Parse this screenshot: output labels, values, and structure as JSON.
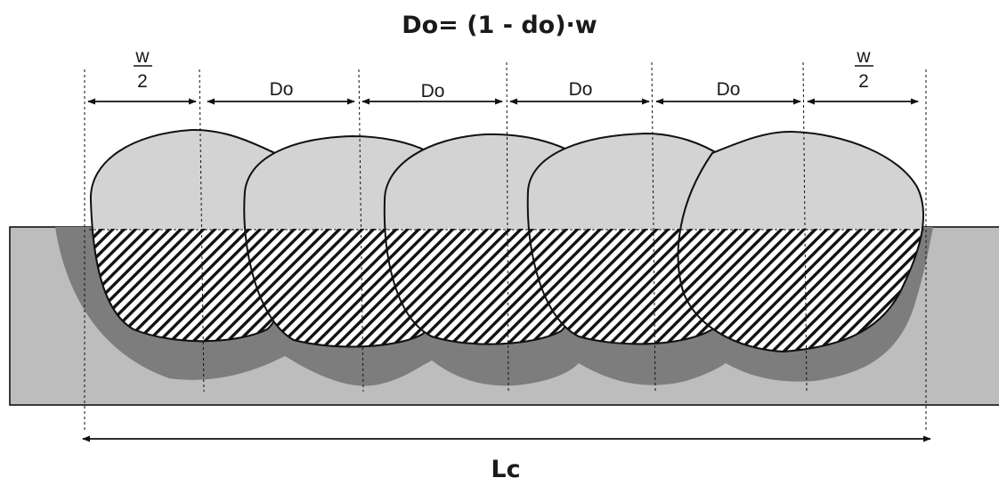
{
  "title": "Do= (1 - do)·w",
  "labels": {
    "half_width_top": "w",
    "half_width_bottom": "2",
    "overlap_distance": "Do",
    "total_length": "Lc"
  },
  "colors": {
    "bead": "#d3d3d3",
    "haz": "#7d7d7d",
    "substrate": "#bdbdbd",
    "outline": "#111111"
  }
}
